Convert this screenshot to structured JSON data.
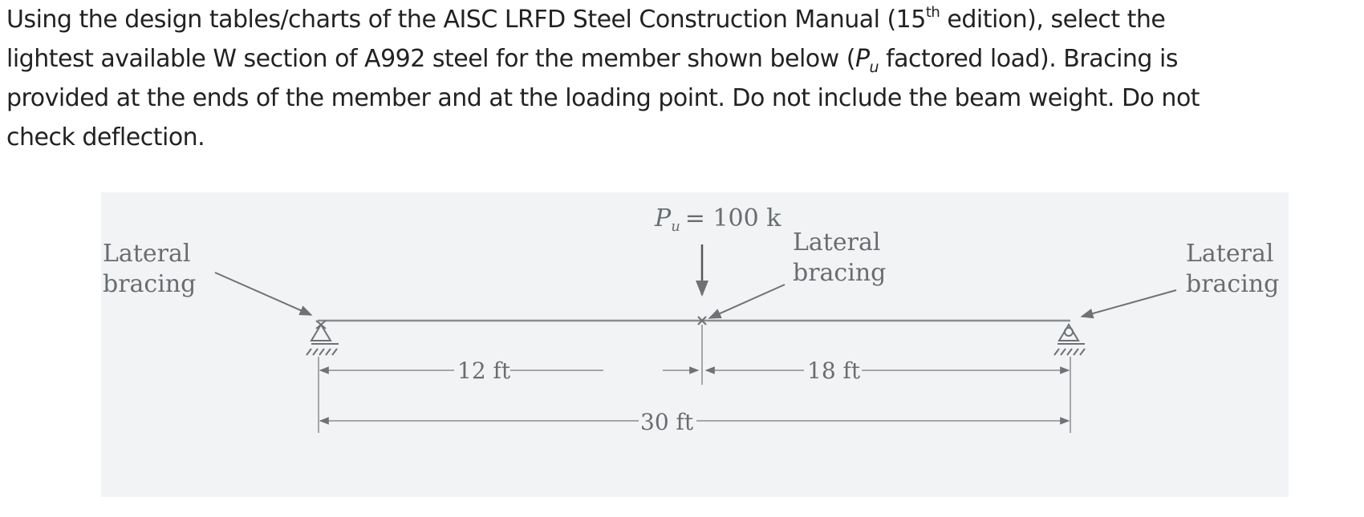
{
  "question": {
    "line1_a": "Using the design tables/charts of the AISC LRFD Steel Construction Manual (15",
    "line1_sup": "th",
    "line1_b": " edition), select the",
    "line2_a": "lightest available W section of A992 steel for the member shown below (",
    "pu_symbol": "P",
    "pu_subscript": "u",
    "line2_b": " factored load). Bracing is",
    "line3": "provided at the ends of the member and at the loading point. Do not include the beam weight. Do not",
    "line4": "check deflection."
  },
  "figure": {
    "load_symbol": "P",
    "load_subscript": "u",
    "load_value": "= 100 k",
    "left_label_1": "Lateral",
    "left_label_2": "bracing",
    "mid_label_1": "Lateral",
    "mid_label_2": "bracing",
    "right_label_1": "Lateral",
    "right_label_2": "bracing",
    "dim_left": "12 ft",
    "dim_right": "18 ft",
    "dim_total": "30 ft"
  }
}
